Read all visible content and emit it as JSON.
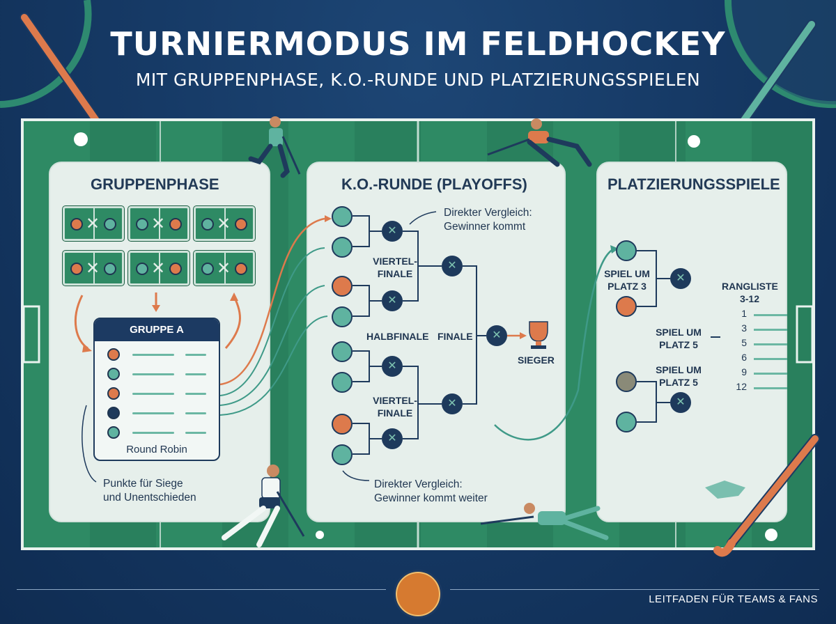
{
  "header": {
    "title": "TURNIERMODUS IM FELDHOCKEY",
    "subtitle": "MIT GRUPPENPHASE, K.O.-RUNDE UND PLATZIERUNGSSPIELEN"
  },
  "group_phase": {
    "title": "GRUPPENPHASE",
    "group_card_title": "GRUPPE A",
    "round_robin": "Round Robin",
    "points_note_1": "Punkte für Siege",
    "points_note_2": "und Unentschieden"
  },
  "knockout": {
    "title": "K.O.-RUNDE (PLAYOFFS)",
    "note_top_1": "Direkter Vergleich:",
    "note_top_2": "Gewinner kommt",
    "qf_top_1": "VIERTEL-",
    "qf_top_2": "FINALE",
    "semifinal": "HALBFINALE",
    "final": "FINALE",
    "qf_bottom_1": "VIERTEL-",
    "qf_bottom_2": "FINALE",
    "winner": "SIEGER",
    "note_bottom_1": "Direkter Vergleich:",
    "note_bottom_2": "Gewinner kommt weiter"
  },
  "placement": {
    "title": "PLATZIERUNGSSPIELE",
    "match_3_1": "SPIEL UM",
    "match_3_2": "PLATZ 3",
    "match_5a_1": "SPIEL UM",
    "match_5a_2": "PLATZ 5",
    "match_5b_1": "SPIEL UM",
    "match_5b_2": "PLATZ 5",
    "ranking_title_1": "RANGLISTE",
    "ranking_title_2": "3-12",
    "ranks": [
      "1",
      "3",
      "5",
      "6",
      "9",
      "12"
    ]
  },
  "footer": {
    "text": "LEITFADEN FÜR TEAMS & FANS"
  },
  "icons": {
    "trophy": "trophy-icon",
    "crossed_sticks": "crossed-sticks-icon",
    "team_crest": "team-crest-icon",
    "seal": "association-seal"
  },
  "colors": {
    "navy": "#143660",
    "field_green": "#2e8a64",
    "panel": "#e6efeb",
    "accent_orange": "#dd7a4c",
    "accent_teal": "#5fb3a0"
  }
}
